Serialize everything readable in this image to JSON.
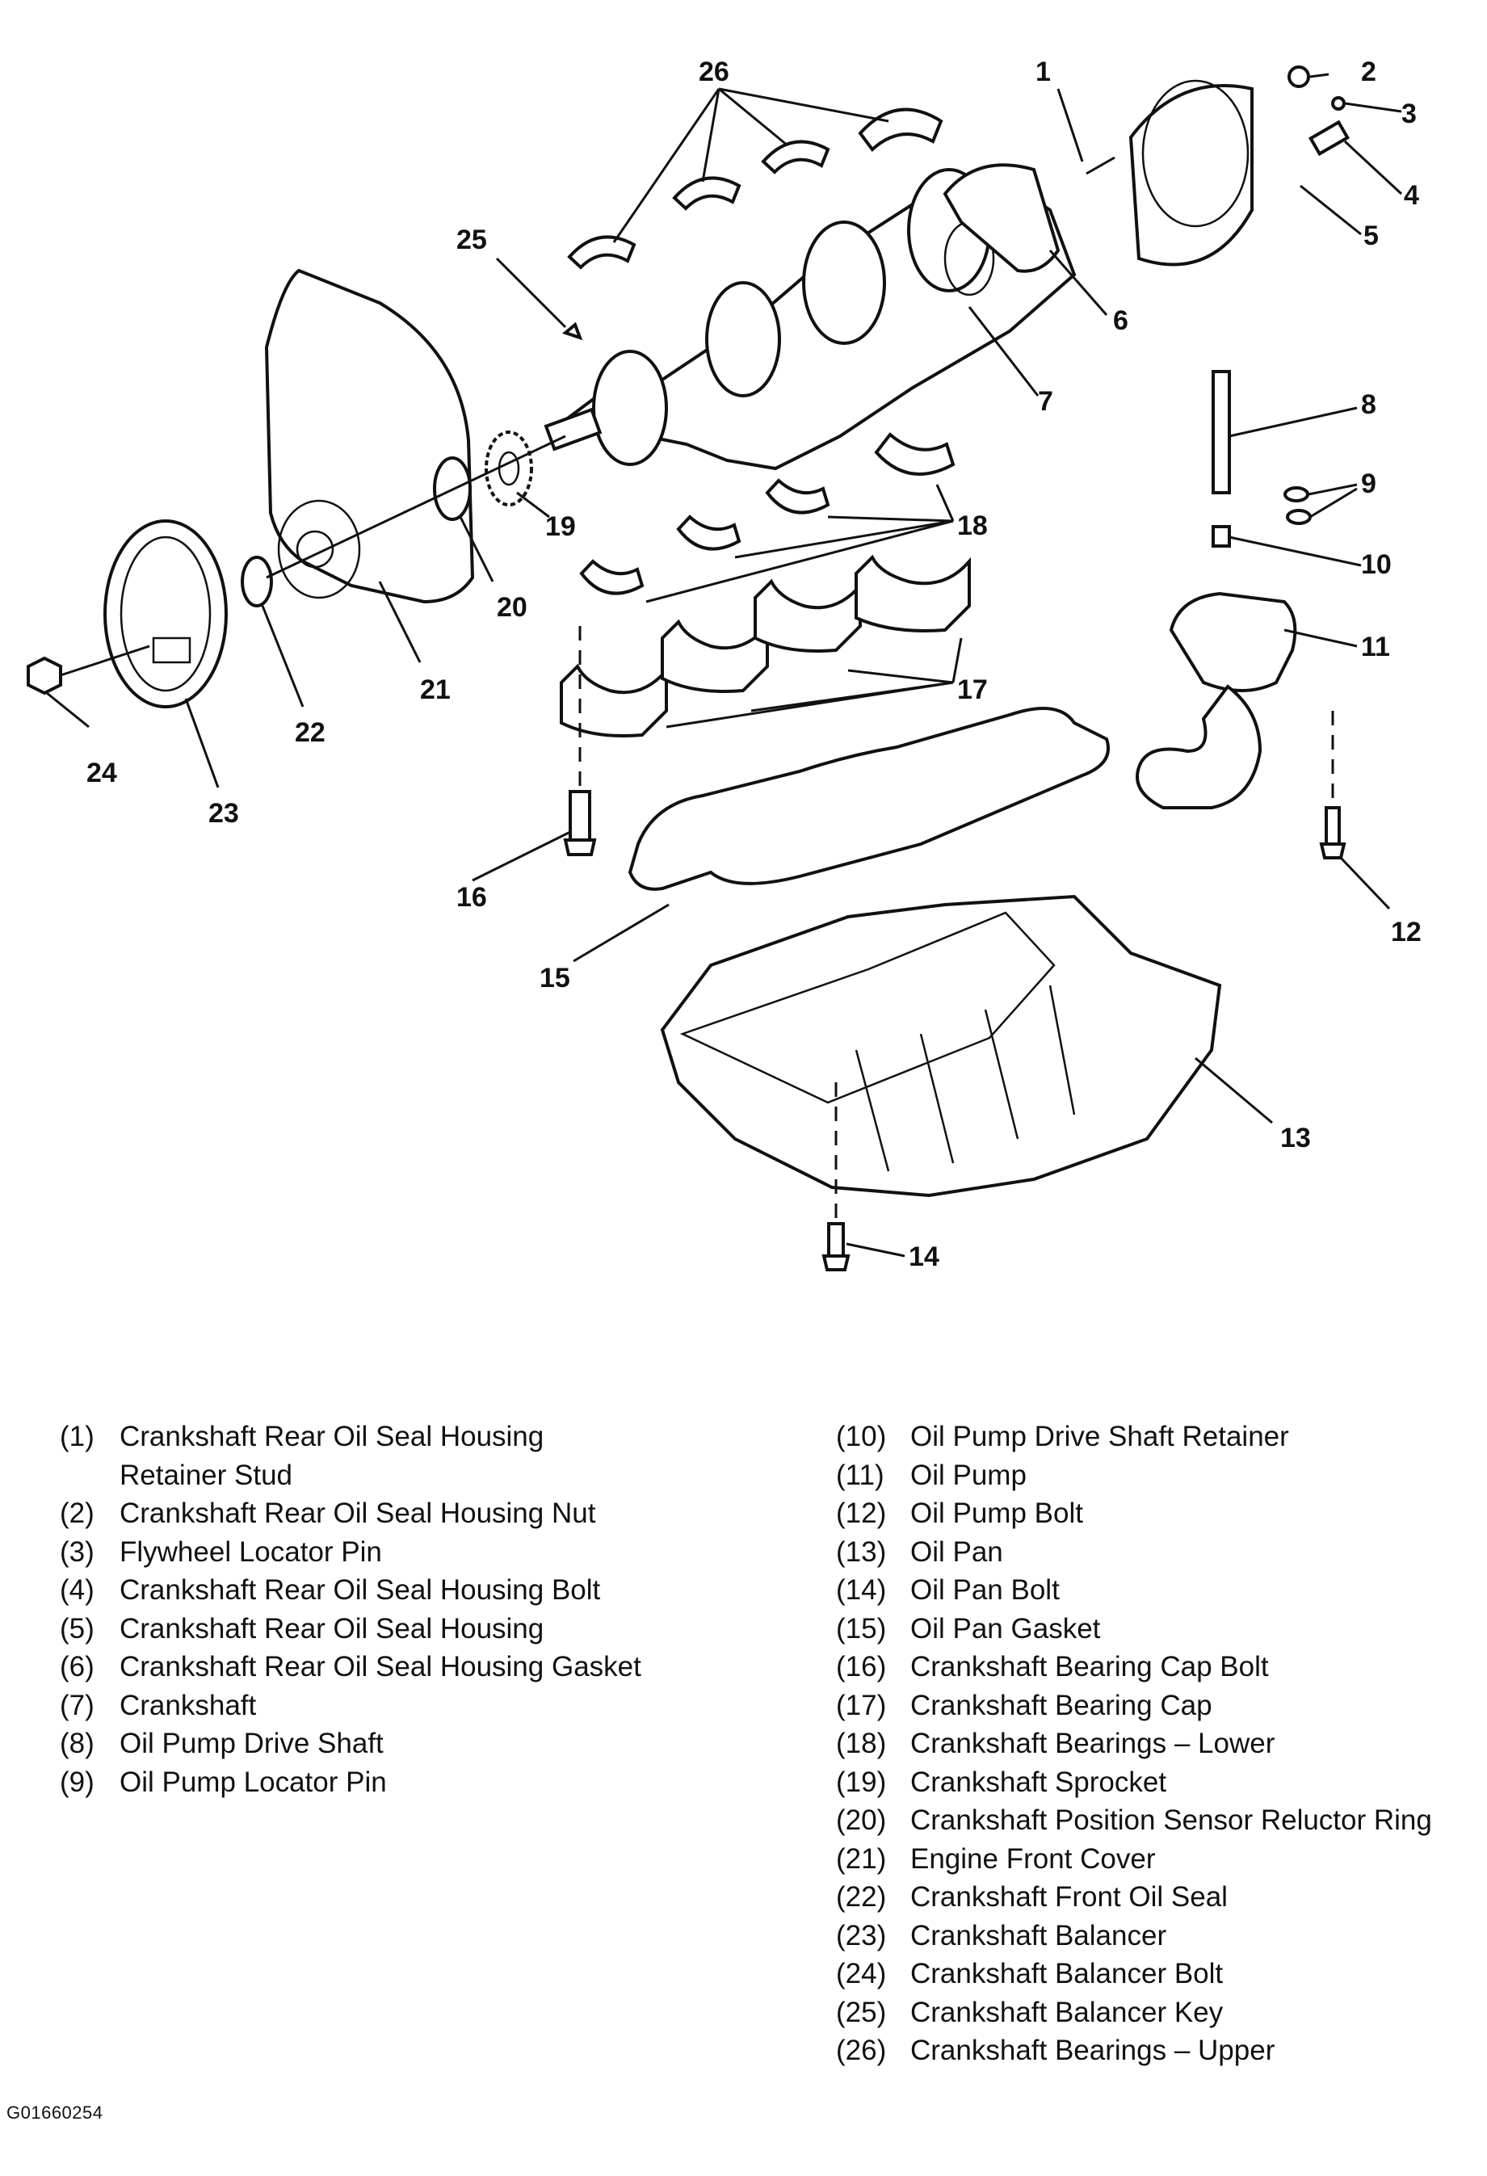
{
  "diagram": {
    "callouts": [
      "1",
      "2",
      "3",
      "4",
      "5",
      "6",
      "7",
      "8",
      "9",
      "10",
      "11",
      "12",
      "13",
      "14",
      "15",
      "16",
      "17",
      "18",
      "19",
      "20",
      "21",
      "22",
      "23",
      "24",
      "25",
      "26"
    ]
  },
  "legend": {
    "left": [
      {
        "num": "(1)",
        "text": "Crankshaft Rear Oil Seal Housing\nRetainer Stud"
      },
      {
        "num": "(2)",
        "text": "Crankshaft Rear Oil Seal Housing Nut"
      },
      {
        "num": "(3)",
        "text": "Flywheel Locator Pin"
      },
      {
        "num": "(4)",
        "text": "Crankshaft Rear Oil Seal Housing Bolt"
      },
      {
        "num": "(5)",
        "text": "Crankshaft Rear Oil Seal Housing"
      },
      {
        "num": "(6)",
        "text": "Crankshaft Rear Oil Seal Housing Gasket"
      },
      {
        "num": "(7)",
        "text": "Crankshaft"
      },
      {
        "num": "(8)",
        "text": "Oil Pump Drive Shaft"
      },
      {
        "num": "(9)",
        "text": "Oil Pump Locator Pin"
      }
    ],
    "right": [
      {
        "num": "(10)",
        "text": "Oil Pump Drive Shaft Retainer"
      },
      {
        "num": "(11)",
        "text": "Oil Pump"
      },
      {
        "num": "(12)",
        "text": "Oil Pump Bolt"
      },
      {
        "num": "(13)",
        "text": "Oil Pan"
      },
      {
        "num": "(14)",
        "text": "Oil Pan Bolt"
      },
      {
        "num": "(15)",
        "text": "Oil Pan Gasket"
      },
      {
        "num": "(16)",
        "text": "Crankshaft Bearing Cap Bolt"
      },
      {
        "num": "(17)",
        "text": "Crankshaft Bearing Cap"
      },
      {
        "num": "(18)",
        "text": "Crankshaft Bearings – Lower"
      },
      {
        "num": "(19)",
        "text": "Crankshaft Sprocket"
      },
      {
        "num": "(20)",
        "text": "Crankshaft Position Sensor Reluctor Ring"
      },
      {
        "num": "(21)",
        "text": "Engine Front Cover"
      },
      {
        "num": "(22)",
        "text": "Crankshaft Front Oil Seal"
      },
      {
        "num": "(23)",
        "text": "Crankshaft Balancer"
      },
      {
        "num": "(24)",
        "text": "Crankshaft Balancer Bolt"
      },
      {
        "num": "(25)",
        "text": "Crankshaft Balancer Key"
      },
      {
        "num": "(26)",
        "text": "Crankshaft Bearings – Upper"
      }
    ]
  },
  "figure_id": "G01660254"
}
